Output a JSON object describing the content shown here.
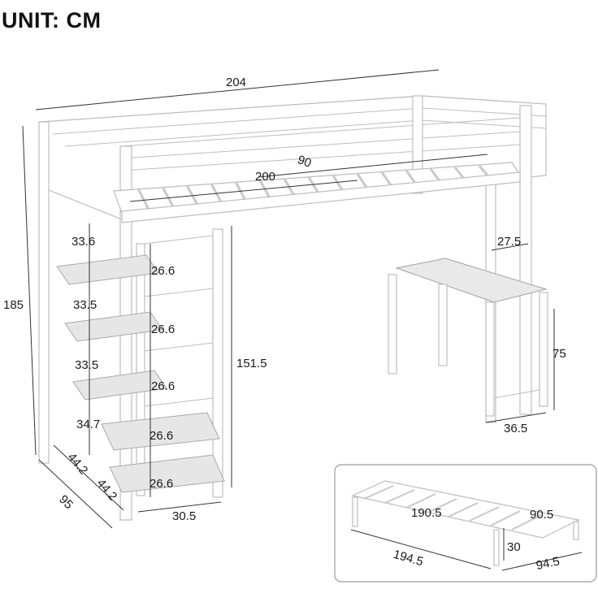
{
  "header": {
    "unit_label": "UNIT: CM"
  },
  "dimensions": {
    "overall_length": "204",
    "overall_height": "185",
    "overall_width": "95",
    "mattress_length": "200",
    "mattress_width": "90",
    "under_bed_height": "151.5",
    "desk_depth_top": "27.5",
    "desk_height": "75",
    "desk_depth": "36.5",
    "stair_step_heights": [
      "33.6",
      "33.5",
      "33.5",
      "34.7"
    ],
    "shelf_heights": [
      "26.6",
      "26.6",
      "26.6",
      "26.6",
      "26.6"
    ],
    "stair_depths": [
      "44.2",
      "44.2"
    ],
    "stair_width": "30.5"
  },
  "inset": {
    "platform_length": "190.5",
    "platform_width": "90.5",
    "platform_height": "30",
    "outer_length": "194.5",
    "outer_width": "94.5"
  },
  "colors": {
    "frame": "#ffffff",
    "outline": "#bdbdbd",
    "shelf": "#e6e6e6",
    "text": "#1a1a1a"
  }
}
